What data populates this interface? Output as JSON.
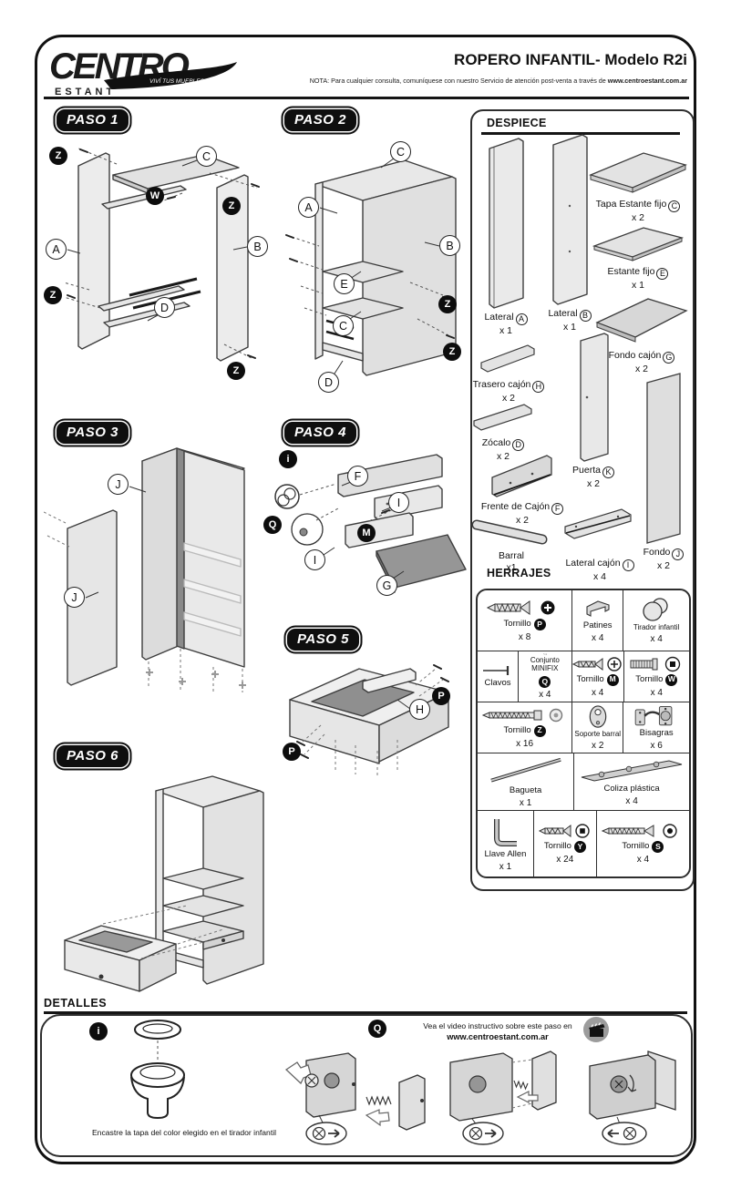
{
  "header": {
    "brand": "CENTRO",
    "brand_sub": "ESTANT",
    "tagline": "VIVÍ TUS MUEBLES",
    "title": "ROPERO INFANTIL- Modelo R2i",
    "note_prefix": "NOTA: Para cualquier consulta, comuníquese con nuestro Servicio de atención post-venta a través de ",
    "note_url": "www.centroestant.com.ar"
  },
  "steps": [
    {
      "label": "PASO 1",
      "callouts": [
        "Z",
        "C",
        "W",
        "Z",
        "A",
        "B",
        "Z",
        "D",
        "Z"
      ]
    },
    {
      "label": "PASO 2",
      "callouts": [
        "C",
        "A",
        "B",
        "E",
        "Z",
        "C",
        "Z",
        "D"
      ]
    },
    {
      "label": "PASO 3",
      "callouts": [
        "J",
        "J"
      ]
    },
    {
      "label": "PASO 4",
      "callouts": [
        "i",
        "F",
        "I",
        "Q",
        "M",
        "I",
        "G"
      ]
    },
    {
      "label": "PASO 5",
      "callouts": [
        "P",
        "H",
        "P"
      ]
    },
    {
      "label": "PASO 6",
      "callouts": []
    }
  ],
  "despiece": {
    "title": "DESPIECE",
    "parts": [
      {
        "name": "Lateral",
        "letter": "A",
        "qty": "x 1"
      },
      {
        "name": "Lateral",
        "letter": "B",
        "qty": "x 1"
      },
      {
        "name": "Tapa Estante fijo",
        "letter": "C",
        "qty": "x 2"
      },
      {
        "name": "Estante fijo",
        "letter": "E",
        "qty": "x 1"
      },
      {
        "name": "Fondo cajón",
        "letter": "G",
        "qty": "x 2"
      },
      {
        "name": "Trasero cajón",
        "letter": "H",
        "qty": "x 2"
      },
      {
        "name": "Zócalo",
        "letter": "D",
        "qty": "x 2"
      },
      {
        "name": "Puerta",
        "letter": "K",
        "qty": "x 2"
      },
      {
        "name": "Frente de Cajón",
        "letter": "F",
        "qty": "x 2"
      },
      {
        "name": "Barral",
        "letter": "",
        "qty": "x1"
      },
      {
        "name": "Lateral cajón",
        "letter": "I",
        "qty": "x 4"
      },
      {
        "name": "Fondo",
        "letter": "J",
        "qty": "x 2"
      }
    ]
  },
  "herrajes": {
    "title": "HERRAJES",
    "items": [
      {
        "name": "Tornillo",
        "badge": "P",
        "qty": "x 8"
      },
      {
        "name": "Patines",
        "badge": "",
        "qty": "x 4"
      },
      {
        "name": "Tirador infantil",
        "badge": "",
        "qty": "x 4"
      },
      {
        "name": "Clavos",
        "badge": "",
        "qty": ""
      },
      {
        "name": "Conjunto MINIFIX",
        "badge": "Q",
        "qty": "x 4"
      },
      {
        "name": "Tornillo",
        "badge": "M",
        "qty": "x 4"
      },
      {
        "name": "Tornillo",
        "badge": "W",
        "qty": "x 4"
      },
      {
        "name": "Tornillo",
        "badge": "Z",
        "qty": "x 16"
      },
      {
        "name": "Soporte barral",
        "badge": "",
        "qty": "x 2"
      },
      {
        "name": "Bisagras",
        "badge": "",
        "qty": "x 6"
      },
      {
        "name": "Bagueta",
        "badge": "",
        "qty": "x 1"
      },
      {
        "name": "Coliza plástica",
        "badge": "",
        "qty": "x 4"
      },
      {
        "name": "Llave Allen",
        "badge": "",
        "qty": "x 1"
      },
      {
        "name": "Tornillo",
        "badge": "Y",
        "qty": "x 24"
      },
      {
        "name": "Tornillo",
        "badge": "S",
        "qty": "x 4"
      }
    ]
  },
  "detalles": {
    "title": "DETALLES",
    "i_badge": "i",
    "i_caption": "Encastre la tapa del color elegido en el tirador infantil",
    "q_badge": "Q",
    "video_line1": "Vea el video instructivo sobre este paso en",
    "video_url": "www.centroestant.com.ar"
  },
  "colors": {
    "ink": "#111111",
    "panel": "#e8e8e8",
    "dark_panel": "#8f8f8f"
  }
}
